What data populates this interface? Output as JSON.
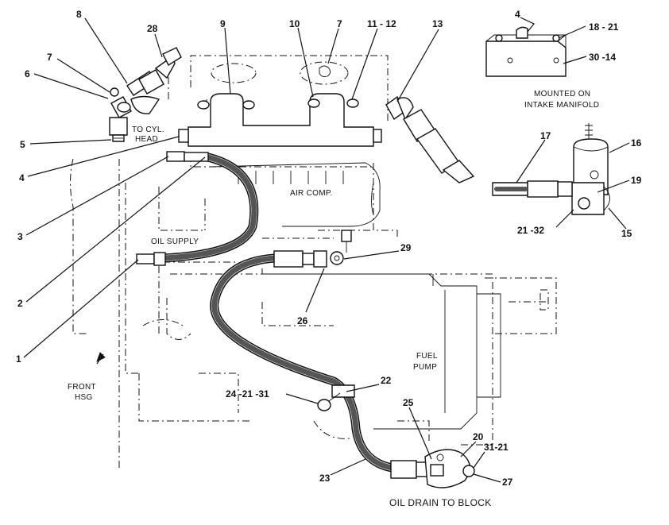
{
  "callouts": [
    {
      "id": "c8",
      "text": "8"
    },
    {
      "id": "c28",
      "text": "28"
    },
    {
      "id": "c9",
      "text": "9"
    },
    {
      "id": "c10",
      "text": "10"
    },
    {
      "id": "c7b",
      "text": "7"
    },
    {
      "id": "c11",
      "text": "11 - 12"
    },
    {
      "id": "c13",
      "text": "13"
    },
    {
      "id": "c4b",
      "text": "4"
    },
    {
      "id": "c18",
      "text": "18 - 21"
    },
    {
      "id": "c30",
      "text": "30 -14"
    },
    {
      "id": "c7a",
      "text": "7"
    },
    {
      "id": "c6",
      "text": "6"
    },
    {
      "id": "c5",
      "text": "5"
    },
    {
      "id": "c4a",
      "text": "4"
    },
    {
      "id": "c3",
      "text": "3"
    },
    {
      "id": "c2",
      "text": "2"
    },
    {
      "id": "c1",
      "text": "1"
    },
    {
      "id": "c17",
      "text": "17"
    },
    {
      "id": "c16",
      "text": "16"
    },
    {
      "id": "c19",
      "text": "19"
    },
    {
      "id": "c21_32",
      "text": "21 -32"
    },
    {
      "id": "c15",
      "text": "15"
    },
    {
      "id": "c29",
      "text": "29"
    },
    {
      "id": "c26",
      "text": "26"
    },
    {
      "id": "c22",
      "text": "22"
    },
    {
      "id": "c24",
      "text": "24 -21 -31"
    },
    {
      "id": "c25",
      "text": "25"
    },
    {
      "id": "c20",
      "text": "20"
    },
    {
      "id": "c31",
      "text": "31-21"
    },
    {
      "id": "c23",
      "text": "23"
    },
    {
      "id": "c27",
      "text": "27"
    }
  ],
  "captions": {
    "to_cyl_head_1": "TO CYL.",
    "to_cyl_head_2": "HEAD",
    "mounted_on_1": "MOUNTED ON",
    "mounted_on_2": "INTAKE MANIFOLD",
    "air_comp": "AIR COMP.",
    "oil_supply": "OIL SUPPLY",
    "fuel_pump_1": "FUEL",
    "fuel_pump_2": "PUMP",
    "front_hsg_1": "FRONT",
    "front_hsg_2": "HSG",
    "oil_drain": "OIL DRAIN TO BLOCK"
  }
}
